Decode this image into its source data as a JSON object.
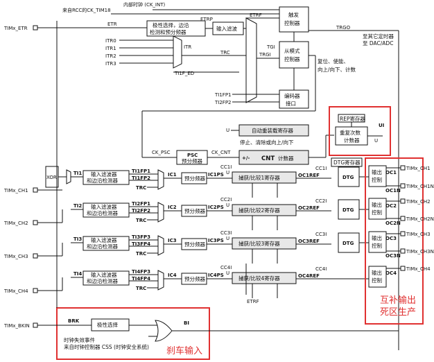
{
  "colors": {
    "highlight": "#e03030",
    "line": "#111111",
    "shade": "#e8e8e8"
  },
  "top": {
    "internal_clock": "内部时钟 (CK_INT)",
    "from_rcc": "来自RCC的CK_TIM18",
    "etr": "ETR",
    "etrp": "ETRP",
    "etrf": "ETRF",
    "trgo": "TRGO",
    "trgo_dest_1": "至其它定时器",
    "trgo_dest_2": "至 DAC/ADC",
    "itr0": "ITR0",
    "itr1": "ITR1",
    "itr2": "ITR2",
    "itr3": "ITR3",
    "itr": "ITR",
    "trc": "TRC",
    "tgi": "TGI",
    "trgi": "TRGI",
    "ti1f_ed": "TI1F_ED",
    "ti1fp1": "TI1FP1",
    "ti2fp2": "TI2FP2",
    "reset_enable_1": "复位、使能、",
    "reset_enable_2": "向上/向下、计数"
  },
  "blocks": {
    "polarity_1": "极性选择，边沿",
    "polarity_2": "检测和预分频器",
    "input_filter": "输入滤波",
    "trigger_1": "触发",
    "trigger_2": "控制器",
    "slave_1": "从模式",
    "slave_2": "控制器",
    "encoder_1": "编码器",
    "encoder_2": "接口",
    "arr": "自动重装载寄存器",
    "stop_clear": "停止、清除或向上/向下",
    "psc_1": "PSC",
    "psc_2": "预分频器",
    "ck_psc": "CK_PSC",
    "ck_cnt": "CK_CNT",
    "cnt_prefix": "+/-",
    "cnt_1": "CNT",
    "cnt_2": "计数器",
    "rep_title": "REP寄存器",
    "rep_1": "重复次数",
    "rep_2": "计数器",
    "u": "U",
    "ui": "UI",
    "xor": "XOR",
    "dtg_reg": "DTG寄存器",
    "dtg": "DTG",
    "out_ctrl_1": "输出",
    "out_ctrl_2": "控制",
    "in_filter_1": "输入滤波器",
    "in_filter_2": "和边沿检测器",
    "prescaler": "预分频器",
    "polsel": "极性选择",
    "brk": "BRK",
    "bi": "BI",
    "clock_fail_1": "时钟失效事件",
    "clock_fail_2": "来自时钟控制器 CSS (时钟安全系统)",
    "etrf_bottom": "ETRF"
  },
  "channels": [
    {
      "pin": "TIMx_CH1",
      "ti": "TI1",
      "fpA": "TI1FP1",
      "fpB": "TI1FP2",
      "trc": "TRC",
      "ic": "IC1",
      "icps": "IC1PS",
      "cc": "CC1I",
      "cc2": "CC1I",
      "cap": "捕获/比较1寄存器",
      "ocref": "OC1REF"
    },
    {
      "pin": "TIMx_CH2",
      "ti": "TI2",
      "fpA": "TI2FP1",
      "fpB": "TI2FP2",
      "trc": "TRC",
      "ic": "IC2",
      "icps": "IC2PS",
      "cc": "CC2I",
      "cc2": "CC2I",
      "cap": "捕获/比较2寄存器",
      "ocref": "OC2REF"
    },
    {
      "pin": "TIMx_CH3",
      "ti": "TI3",
      "fpA": "TI3FP3",
      "fpB": "TI3FP4",
      "trc": "TRC",
      "ic": "IC3",
      "icps": "IC3PS",
      "cc": "CC3I",
      "cc2": "CC3I",
      "cap": "捕获/比较3寄存器",
      "ocref": "OC3REF"
    },
    {
      "pin": "TIMx_CH4",
      "ti": "TI4",
      "fpA": "TI4FP3",
      "fpB": "TI4FP4",
      "trc": "TRC",
      "ic": "IC4",
      "icps": "IC4PS",
      "cc": "CC4I",
      "cc2": "CC4I",
      "cap": "捕获/比较4寄存器",
      "ocref": "OC4REF"
    }
  ],
  "outputs": [
    {
      "oc": "OC1",
      "pin": "TIMx_CH1"
    },
    {
      "oc": "OC1N",
      "pin": "TIMx_CH1N"
    },
    {
      "oc": "OC2",
      "pin": "TIMx_CH2"
    },
    {
      "oc": "OC2N",
      "pin": "TIMx_CH2N"
    },
    {
      "oc": "OC3",
      "pin": "TIMx_CH3"
    },
    {
      "oc": "OC3N",
      "pin": "TIMx_CH3N"
    },
    {
      "oc": "OC4",
      "pin": "TIMx_CH4"
    }
  ],
  "pins": {
    "etr": "TIMx_ETR",
    "bkin": "TIMx_BKIN"
  },
  "annotations": {
    "complementary_1": "互补输出",
    "complementary_2": "死区生产",
    "brake_input": "刹车输入"
  }
}
